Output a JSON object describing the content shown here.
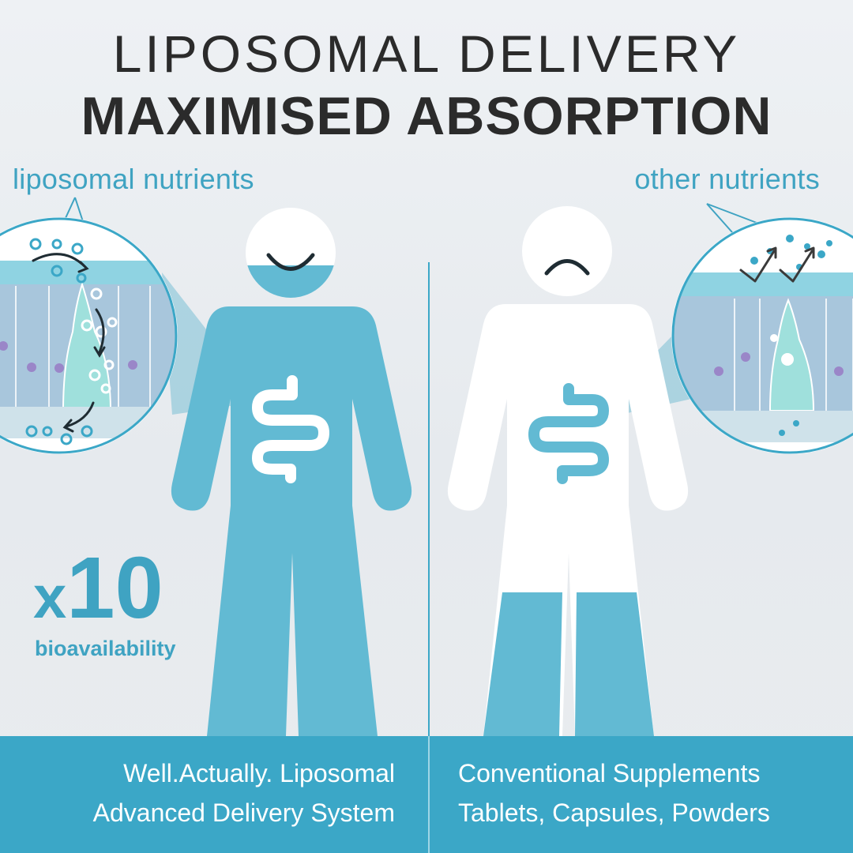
{
  "header": {
    "line1": "LIPOSOMAL DELIVERY",
    "line2": "MAXIMISED ABSORPTION"
  },
  "left": {
    "label": "liposomal nutrients",
    "multiplier_prefix": "x",
    "multiplier_value": "10",
    "multiplier_caption": "bioavailability",
    "footer_line1": "Well.Actually. Liposomal",
    "footer_line2": "Advanced Delivery System"
  },
  "right": {
    "label": "other nutrients",
    "footer_line1": "Conventional Supplements",
    "footer_line2": "Tablets, Capsules, Powders"
  },
  "colors": {
    "accent": "#3ba7c7",
    "figure_blue": "#62bad3",
    "text_dark": "#2b2b2b",
    "background": "#e9ecef"
  },
  "icons": {
    "left_figure": "happy-person-icon",
    "right_figure": "sad-person-icon",
    "intestine": "intestine-icon"
  }
}
